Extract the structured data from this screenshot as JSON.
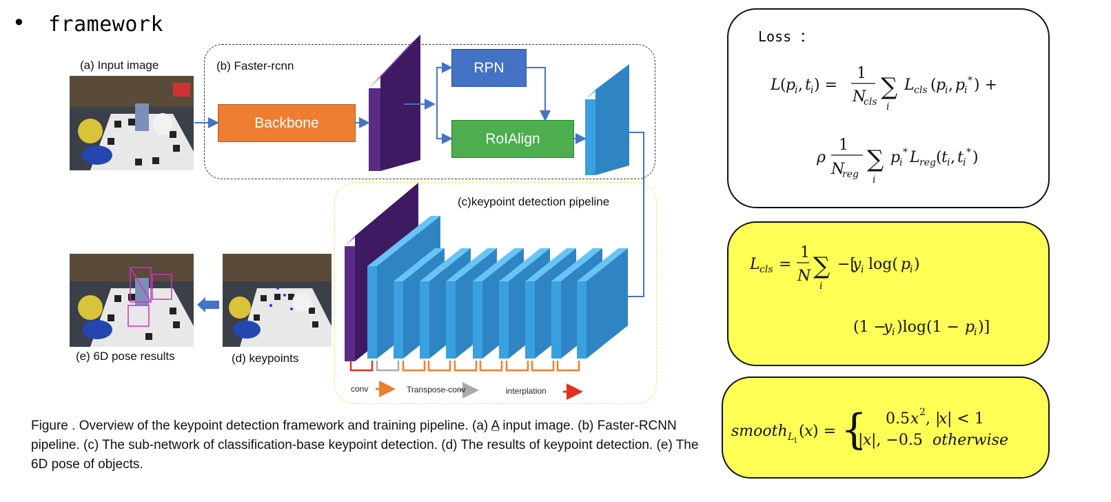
{
  "heading": {
    "bullet": "•",
    "title": "framework"
  },
  "diagram": {
    "input_label": "(a) Input image",
    "faster_rcnn_label": "(b) Faster-rcnn",
    "backbone": "Backbone",
    "rpn": "RPN",
    "roialign": "RoIAlign",
    "keypoint_label": "(c)keypoint detection pipeline",
    "pose_label": "(e) 6D pose results",
    "keypoints_label": "(d) keypoints",
    "legend": {
      "conv": "conv",
      "transpose": "Transpose-conv",
      "interp": "interplation"
    },
    "colors": {
      "backbone": "#ed7d31",
      "rpn": "#4472c4",
      "roialign": "#4cae4f",
      "purple": "#5b2c86",
      "blue": "#3aa0e0",
      "arrow": "#4472c4"
    }
  },
  "caption": {
    "part1": "Figure . Overview of the keypoint detection framework and training pipeline. (a) ",
    "underlined": "A",
    "part2": " input image. (b) Faster-RCNN pipeline. (c) The sub-network of classification-base keypoint detection. (d) The results of keypoint detection. (e) The 6D pose of objects."
  },
  "loss_card": {
    "title": "Loss ："
  },
  "cls_card": {
    "bg": "#ffff55"
  },
  "smooth_card": {
    "bg": "#ffff55"
  }
}
